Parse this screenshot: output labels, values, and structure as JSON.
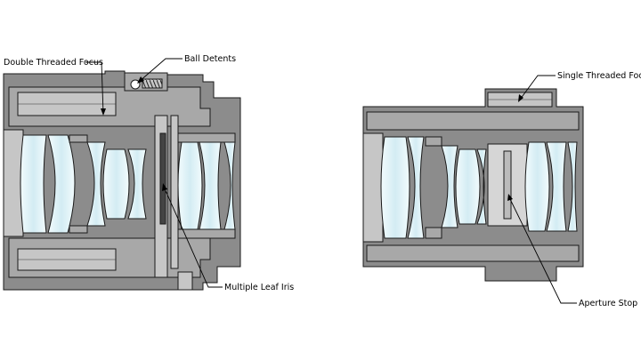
{
  "labels": {
    "double_threaded_focus": "Double Threaded Focus",
    "ball_detents": "Ball Detents",
    "multiple_leaf_iris": "Multiple Leaf Iris",
    "single_threaded_focus": "Single Threaded Focus",
    "aperture_stop": "Aperture Stop"
  },
  "colors": {
    "housing_dark": "#8c8c8c",
    "housing_mid": "#a8a8a8",
    "housing_light": "#c6c6c6",
    "lens_glass": "#ddf1f6",
    "outline": "#1a1a1a",
    "background": "#ffffff"
  }
}
